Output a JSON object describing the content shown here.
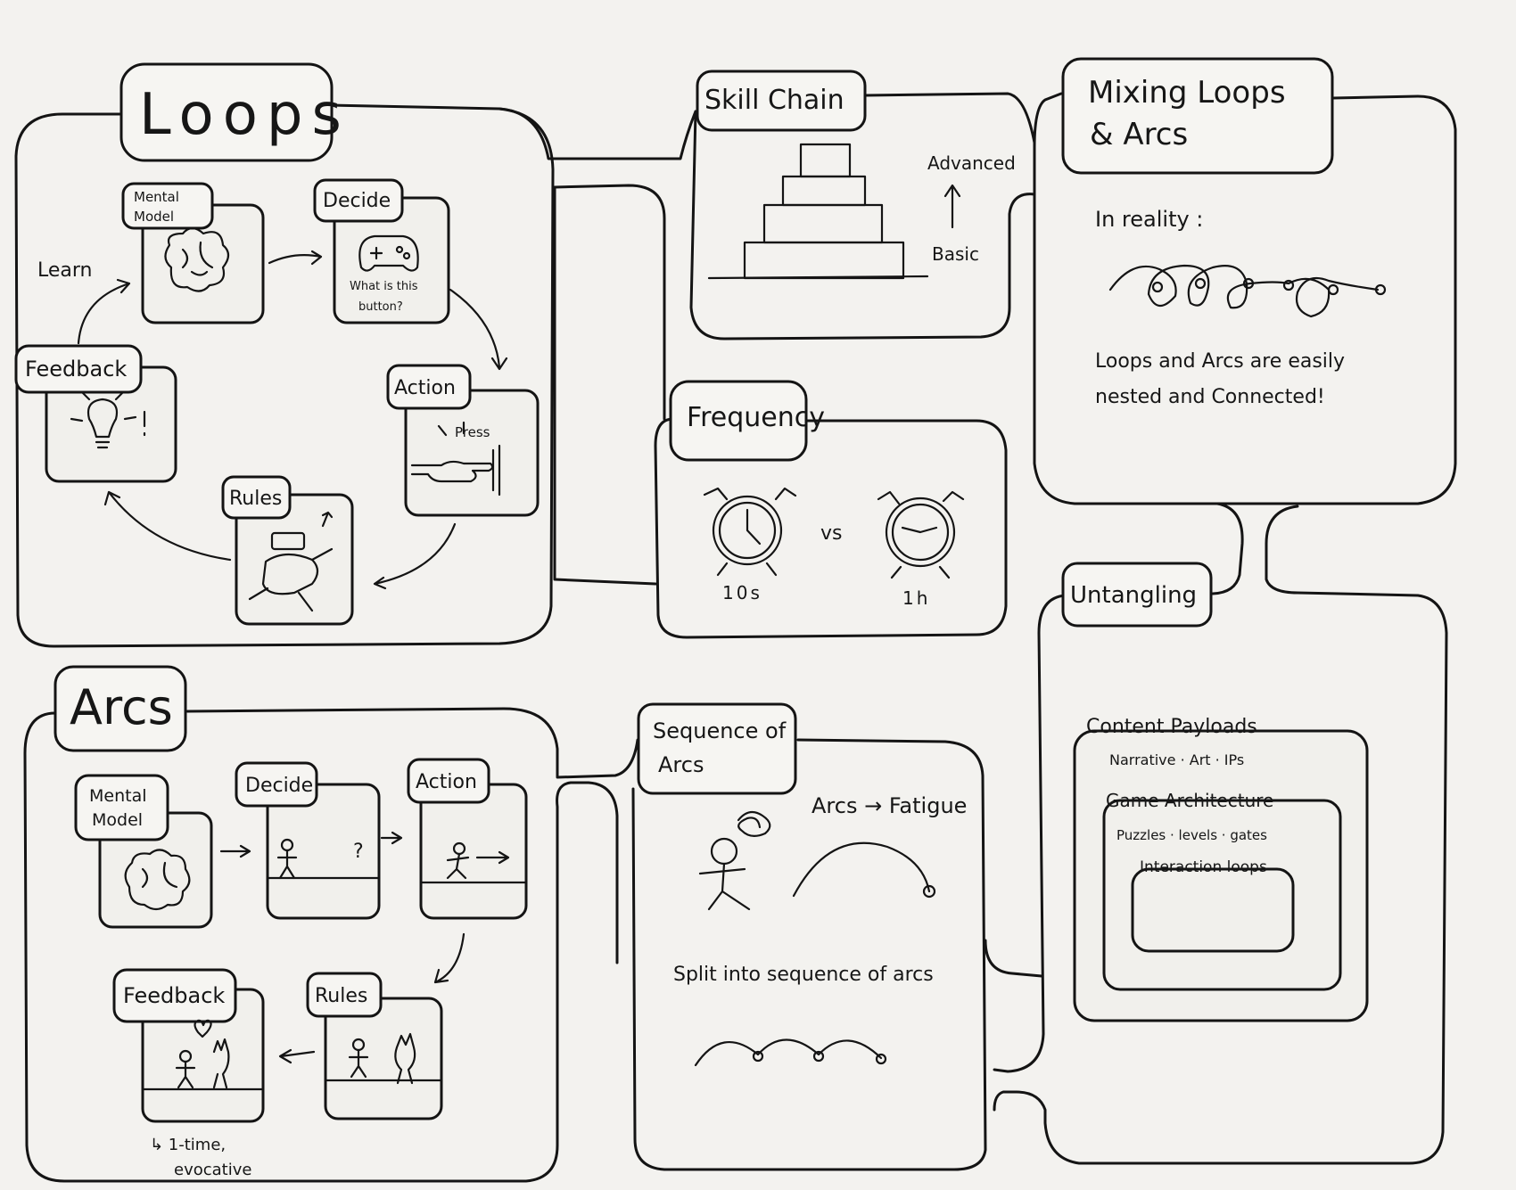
{
  "loops": {
    "title": "Loops",
    "mental_model": "Mental Model",
    "decide": "Decide",
    "decide_caption_1": "What is this",
    "decide_caption_2": "button?",
    "action": "Action",
    "action_press": "Press",
    "rules": "Rules",
    "feedback": "Feedback",
    "learn": "Learn"
  },
  "skill_chain": {
    "title": "Skill Chain",
    "advanced": "Advanced",
    "basic": "Basic"
  },
  "mixing": {
    "title_line1": "Mixing  Loops",
    "title_line2": "& Arcs",
    "in_reality": "In reality :",
    "note_line1": "Loops and Arcs are easily",
    "note_line2": "nested and Connected!"
  },
  "frequency": {
    "title": "Frequency",
    "left_label": "10s",
    "vs": "vs",
    "right_label": "1h"
  },
  "untangling": {
    "title": "Untangling",
    "content_payloads": "Content Payloads",
    "payload_items": "Narrative · Art · IPs",
    "game_architecture": "Game Architecture",
    "architecture_items": "Puzzles · levels · gates",
    "interaction_loops": "Interaction loops"
  },
  "arcs": {
    "title": "Arcs",
    "mental_model_1": "Mental",
    "mental_model_2": "Model",
    "decide": "Decide",
    "decide_mark": "?",
    "action": "Action",
    "rules": "Rules",
    "feedback": "Feedback",
    "footnote_line1": "↳ 1-time,",
    "footnote_line2": "evocative"
  },
  "sequence": {
    "title_line1": "Sequence of",
    "title_line2": "Arcs",
    "fatigue": "Arcs → Fatigue",
    "split": "Split into sequence of arcs"
  }
}
